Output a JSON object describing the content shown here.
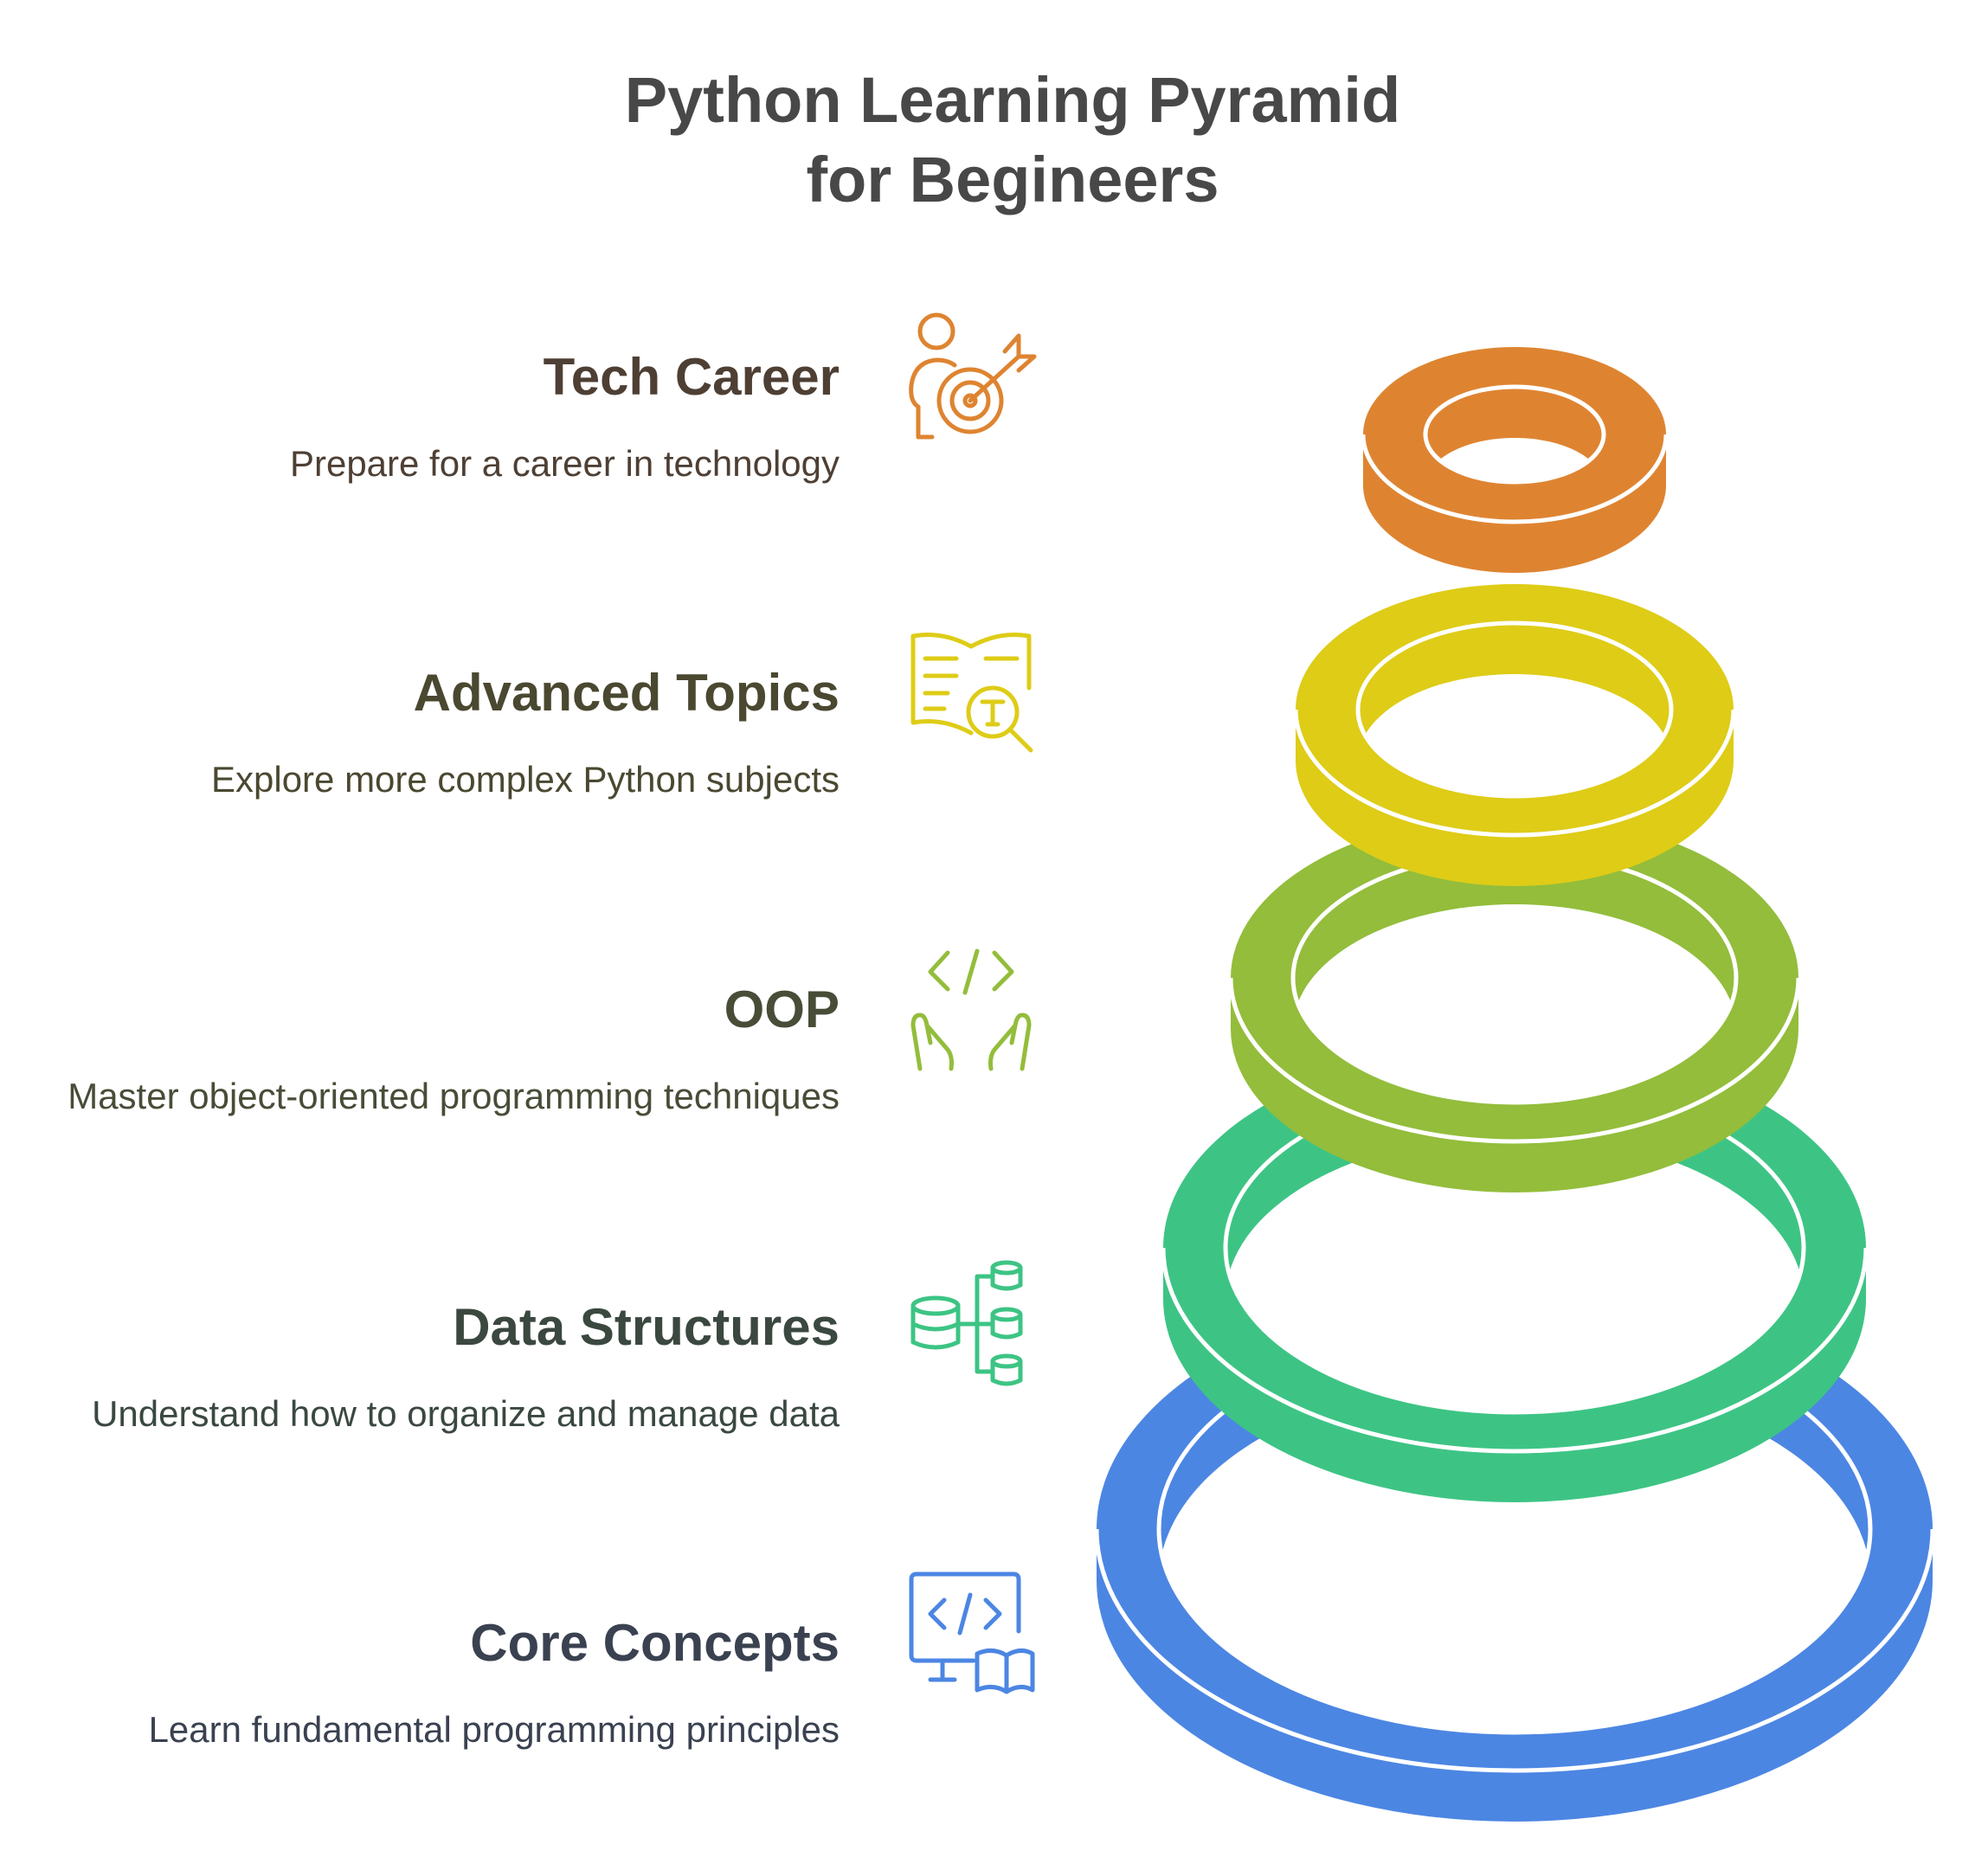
{
  "title_line1": "Python Learning Pyramid",
  "title_line2": "for Begineers",
  "levels": [
    {
      "title": "Tech Career",
      "description": "Prepare for a career in technology",
      "color": "#DE8431",
      "text_color": "#4E3F34",
      "icon": "person-target-icon"
    },
    {
      "title": "Advanced Topics",
      "description": "Explore more complex Python subjects",
      "color": "#DECC17",
      "text_color": "#4A4830",
      "icon": "book-search-icon"
    },
    {
      "title": "OOP",
      "description": "Master object-oriented programming techniques",
      "color": "#93BD3B",
      "text_color": "#474D37",
      "icon": "hands-code-icon"
    },
    {
      "title": "Data Structures",
      "description": "Understand how to organize and manage data",
      "color": "#3DC484",
      "text_color": "#3A4840",
      "icon": "database-structure-icon"
    },
    {
      "title": "Core Concepts",
      "description": "Learn fundamental programming principles",
      "color": "#4C86E3",
      "text_color": "#3A4150",
      "icon": "monitor-code-book-icon"
    }
  ]
}
